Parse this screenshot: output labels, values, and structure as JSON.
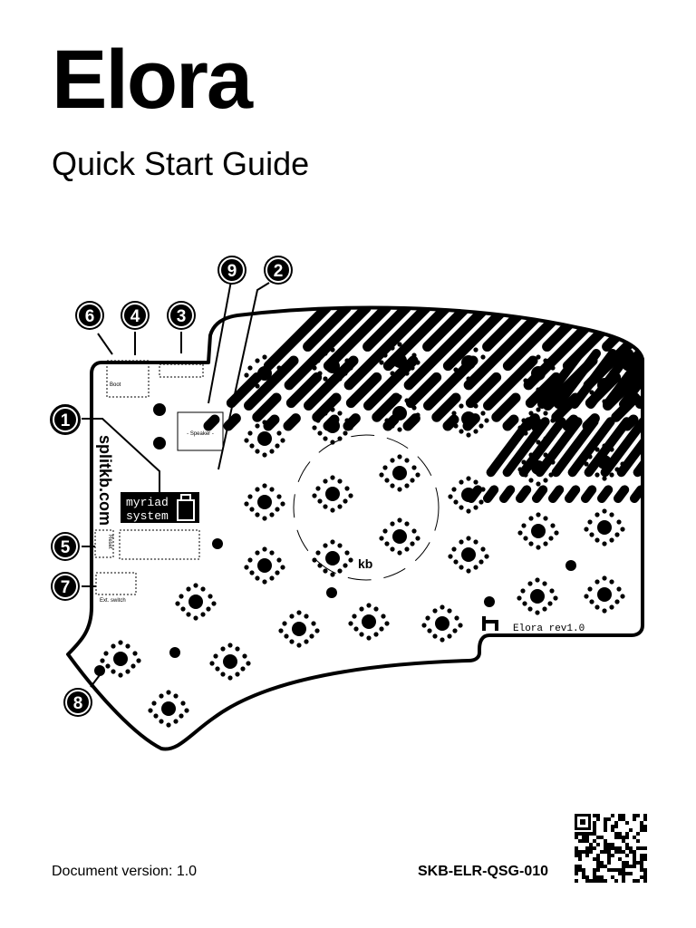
{
  "document": {
    "title": "Elora",
    "subtitle": "Quick Start Guide",
    "version_label": "Document version: 1.0",
    "code": "SKB-ELR-QSG-010"
  },
  "board": {
    "silkscreen_vertical": "splitkb.com",
    "logo_line1": "myriad",
    "logo_line2": "system",
    "revision": "Elora rev1.0",
    "kb_mark": "kb",
    "speaker": "- Speaker -",
    "boot": "Boot",
    "reset": "Reset",
    "ext_switch": "Ext. switch"
  },
  "callouts": [
    {
      "number": "1"
    },
    {
      "number": "2"
    },
    {
      "number": "3"
    },
    {
      "number": "4"
    },
    {
      "number": "5"
    },
    {
      "number": "6"
    },
    {
      "number": "7"
    },
    {
      "number": "8"
    },
    {
      "number": "9"
    }
  ]
}
